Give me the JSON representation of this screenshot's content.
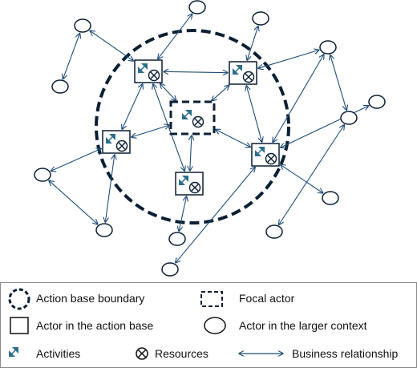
{
  "colors": {
    "line": "#1f4e79",
    "dark": "#0b1f33",
    "activity": "#2b6f8c",
    "legend_border": "#8a8a8a"
  },
  "legend": {
    "action_base_boundary": "Action base boundary",
    "focal_actor": "Focal actor",
    "actor_in_action_base": "Actor in the action base",
    "actor_in_larger_context": "Actor in the larger context",
    "activities": "Activities",
    "resources": "Resources",
    "business_relationship": "Business relationship"
  },
  "icons": {
    "resource": "circle-x-icon",
    "activity": "double-arrow-icon"
  }
}
